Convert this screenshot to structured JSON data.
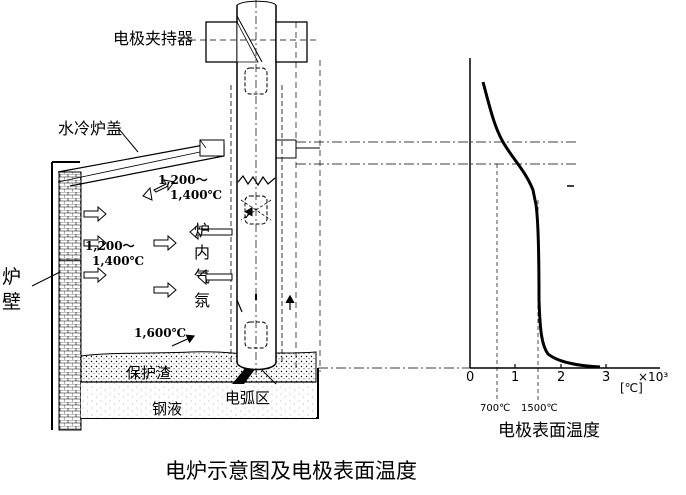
{
  "labels": {
    "electrode_holder": "电极夹持器",
    "water_cooled_roof": "水冷炉盖",
    "furnace_wall_1": "炉",
    "furnace_wall_2": "壁",
    "temp_upper_1": "1,200～",
    "temp_upper_2": "1,400℃",
    "temp_mid_1": "1,200～",
    "temp_mid_2": "1,400℃",
    "furnace_gas": [
      "炉",
      "内",
      "气",
      "氛"
    ],
    "temp_slag": "1,600℃",
    "slag": "保护渣",
    "arc_zone": "电弧区",
    "molten_steel": "钢液"
  },
  "graph": {
    "x_ticks": [
      "0",
      "1",
      "2",
      "3"
    ],
    "x_unit": "×10³",
    "x_unit_bracket": "[℃]",
    "marker_700": "700℃",
    "marker_1500": "1500℃",
    "title": "电极表面温度"
  },
  "caption": "电炉示意图及电极表面温度"
}
